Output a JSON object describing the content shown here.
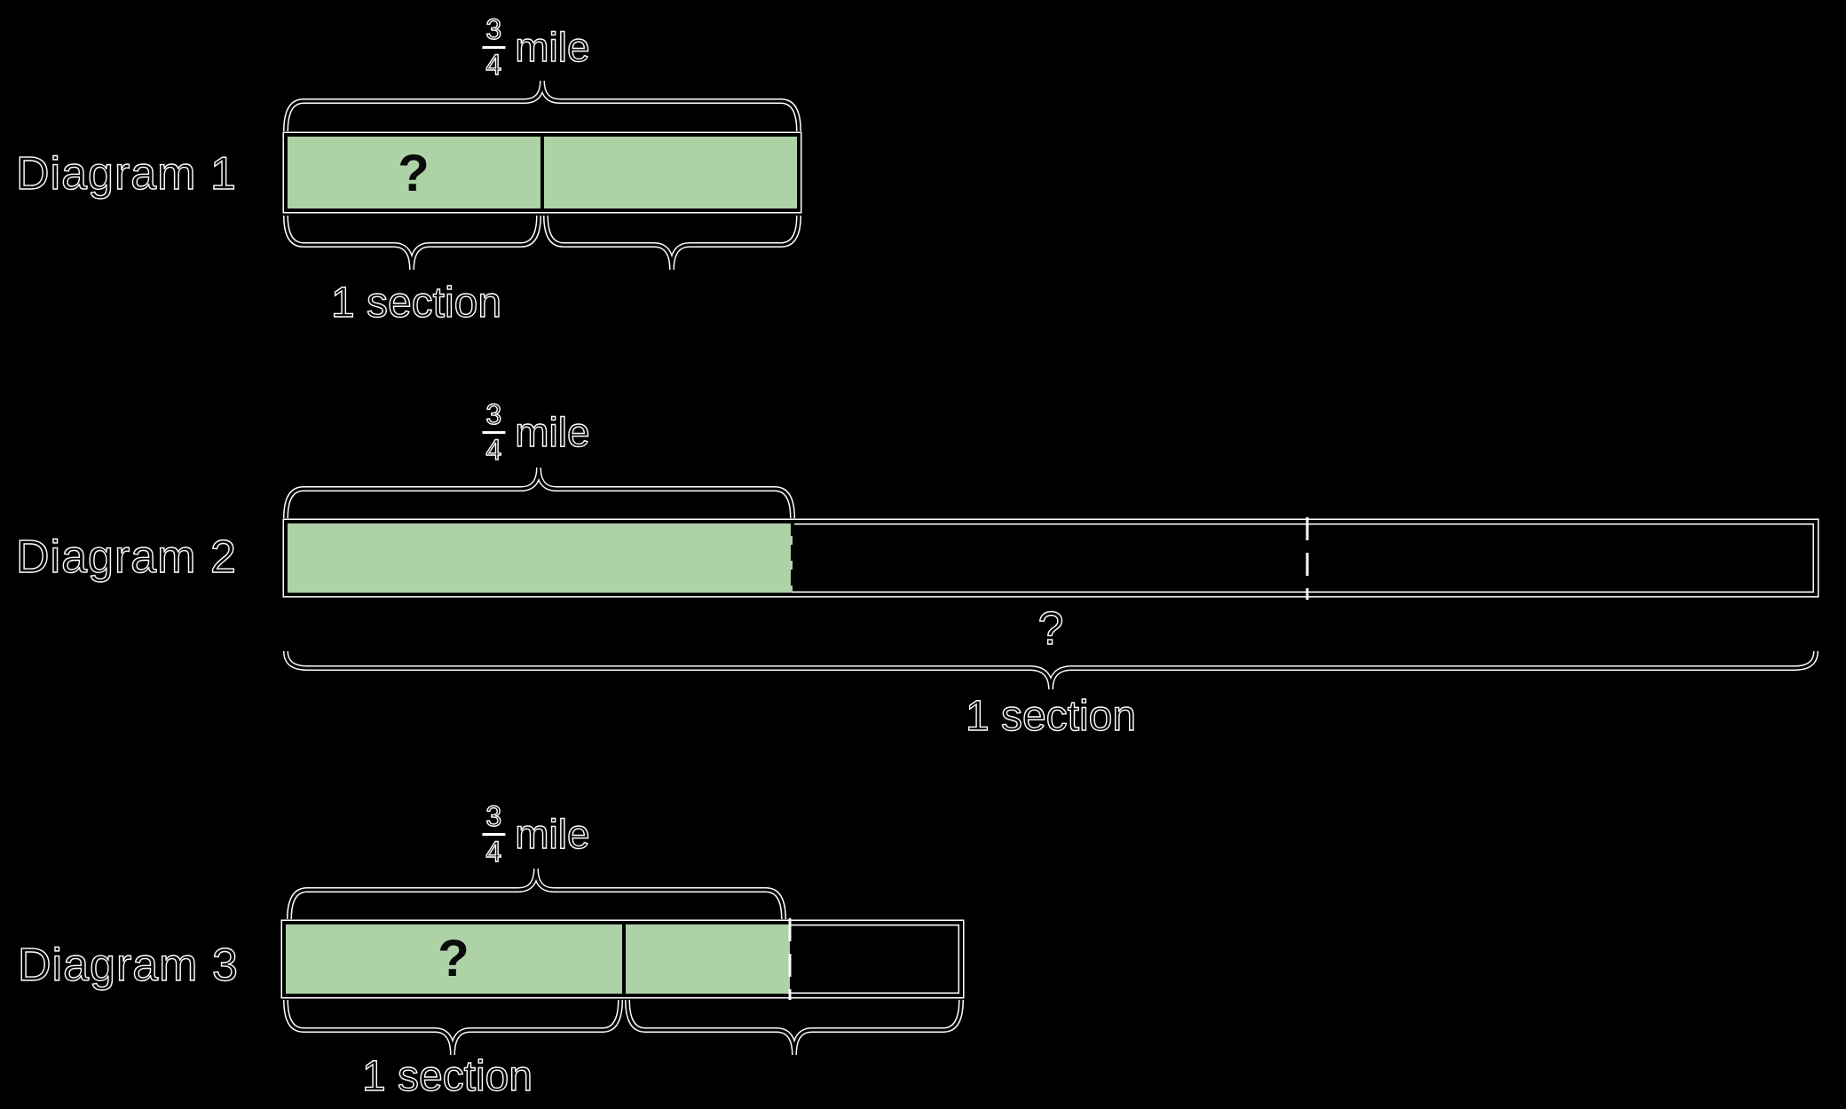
{
  "colors": {
    "background": "#000000",
    "bar_fill_green": "#acd2a5",
    "bar_border": "#000000",
    "outline_white": "#ffffff"
  },
  "diagrams": [
    {
      "label": "Diagram 1",
      "fraction_numerator": "3",
      "fraction_denominator": "4",
      "fraction_unit": "mile",
      "cell_question": "?",
      "section_label": "1 section",
      "structure": "Bar of 2 equal green cells; top brace labeled 3/4 mile spans whole bar; bottom braces span each cell; left cell holds ? and is labeled 1 section."
    },
    {
      "label": "Diagram 2",
      "fraction_numerator": "3",
      "fraction_denominator": "4",
      "fraction_unit": "mile",
      "bar_question": "?",
      "section_label": "1 section",
      "structure": "Bar of 3 equal cells; first cell green under a 3/4 mile brace; other cells empty with dashed dividers; full-width bottom brace labeled ? and 1 section."
    },
    {
      "label": "Diagram 3",
      "fraction_numerator": "3",
      "fraction_denominator": "4",
      "fraction_unit": "mile",
      "cell_question": "?",
      "section_label": "1 section",
      "structure": "Green part (3/4 mile brace) split by a solid line into a ? cell and a half cell; dashed divider where green ends; empty cell completes the bar; bottom braces span each half, left labeled 1 section."
    }
  ]
}
